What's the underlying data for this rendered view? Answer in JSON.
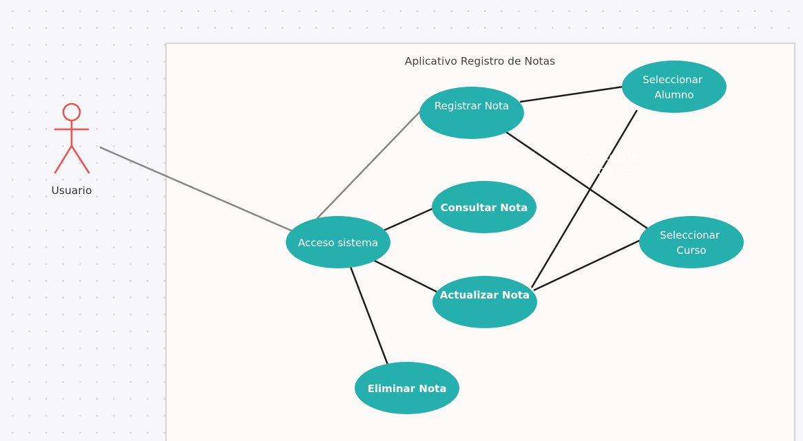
{
  "system": {
    "title": "Aplicativo Registro de Notas"
  },
  "actor": {
    "label": "Usuario",
    "color": "#ee5353"
  },
  "colors": {
    "usecase": "#26b0ad",
    "edge": "#1d1d1d",
    "actor_edge": "#878787",
    "frame": "#d6d6d6"
  },
  "use_cases": {
    "registrar": "Registrar Nota",
    "consultar": "Consultar Nota",
    "acceso": "Acceso sistema",
    "actualizar": "Actualizar Nota",
    "eliminar": "Eliminar Nota",
    "sel_alumno": [
      "Seleccionar",
      "Alumno"
    ],
    "sel_curso": [
      "Seleccionar",
      "Curso"
    ]
  },
  "faint_label": [
    "Seleccionar",
    "Curso"
  ]
}
